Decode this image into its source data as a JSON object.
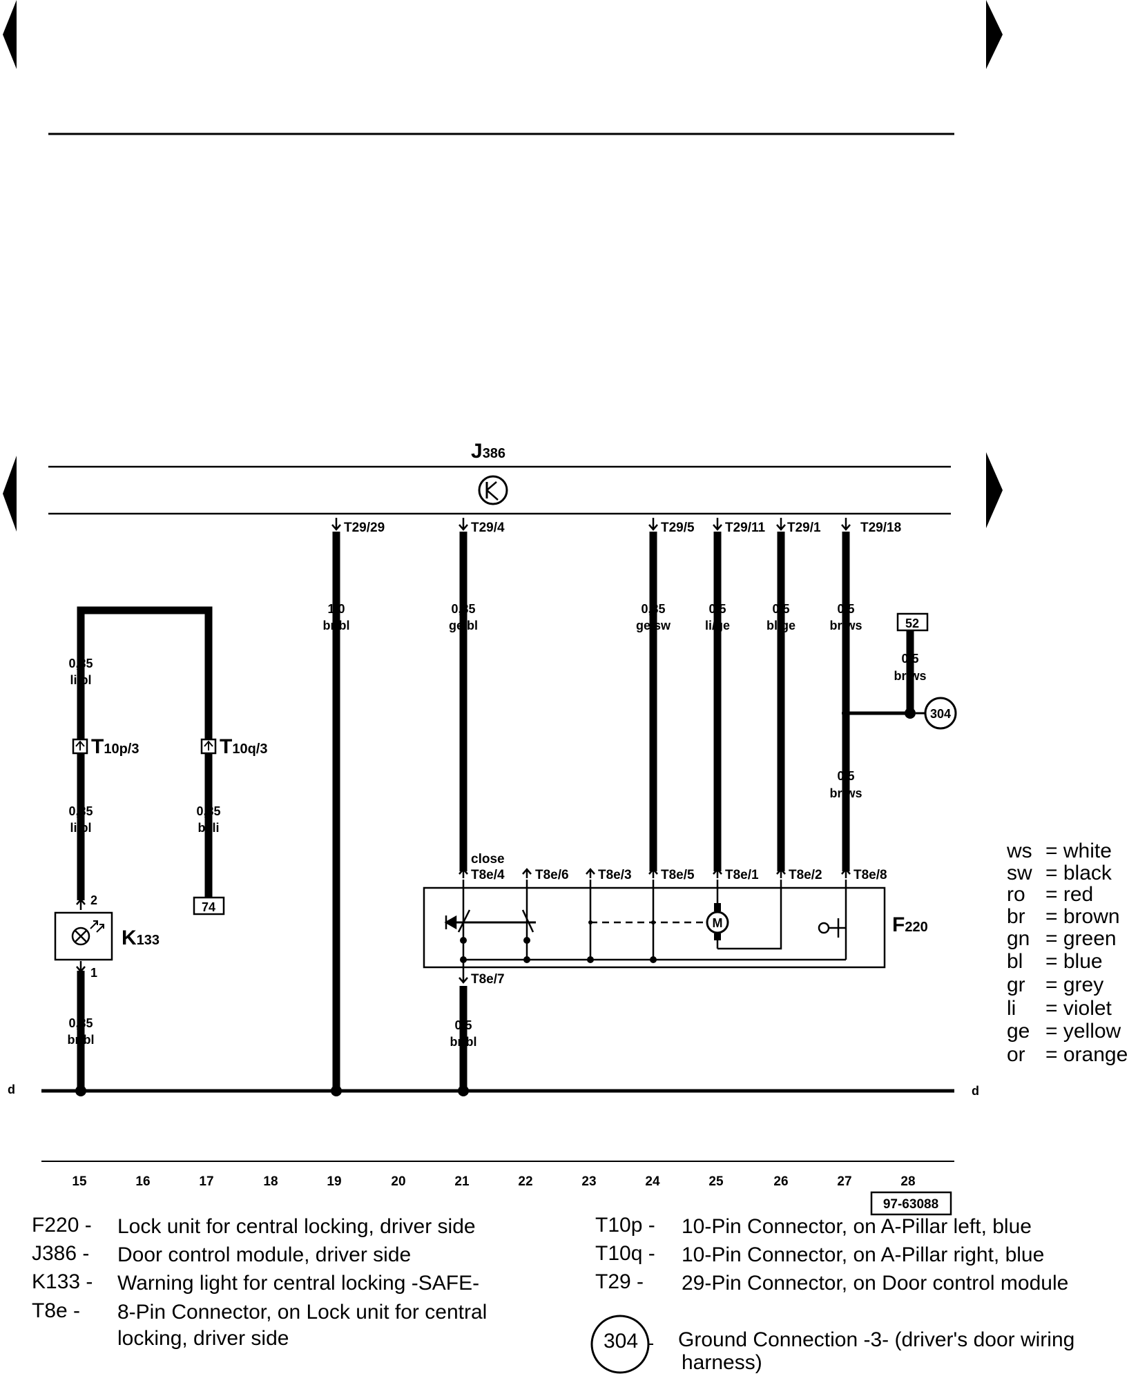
{
  "module": {
    "name": "J",
    "sub": "386"
  },
  "pins_top": [
    "T29/29",
    "T29/4",
    "T29/5",
    "T29/11",
    "T29/1",
    "T29/18"
  ],
  "wires": {
    "w19": [
      "1,0",
      "br/bl"
    ],
    "w21": [
      "0,35",
      "ge/bl"
    ],
    "w24": [
      "0,35",
      "ge/sw"
    ],
    "w25": [
      "0,5",
      "li/ge"
    ],
    "w26": [
      "0,5",
      "bl/ge"
    ],
    "w27": [
      "0,5",
      "br/ws"
    ],
    "w27b": [
      "0,5",
      "br/ws"
    ],
    "w28": [
      "0,5",
      "br/ws"
    ],
    "w15a": [
      "0,35",
      "li/bl"
    ],
    "w15b": [
      "0,35",
      "li/bl"
    ],
    "w15c": [
      "0,35",
      "br/bl"
    ],
    "w17": [
      "0,35",
      "bl/li"
    ],
    "w21b": [
      "0,5",
      "br/bl"
    ]
  },
  "connectors": {
    "t10p": {
      "main": "T",
      "sub": "10p/3"
    },
    "t10q": {
      "main": "T",
      "sub": "10q/3"
    }
  },
  "refs": {
    "r52": "52",
    "r74": "74",
    "r304": "304"
  },
  "lamp": {
    "main": "K",
    "sub": "133",
    "pin2": "2",
    "pin1": "1"
  },
  "lock": {
    "main": "F",
    "sub": "220",
    "close": "close",
    "pins": [
      "T8e/4",
      "T8e/6",
      "T8e/3",
      "T8e/5",
      "T8e/1",
      "T8e/2",
      "T8e/8"
    ],
    "bottom_pin": "T8e/7",
    "motor": "M"
  },
  "ground_label": "d",
  "tracks": [
    "15",
    "16",
    "17",
    "18",
    "19",
    "20",
    "21",
    "22",
    "23",
    "24",
    "25",
    "26",
    "27",
    "28"
  ],
  "drawing_no": "97-63088",
  "color_legend": [
    [
      "ws",
      "= white"
    ],
    [
      "sw",
      "= black"
    ],
    [
      "ro",
      "= red"
    ],
    [
      "br",
      "= brown"
    ],
    [
      "gn",
      "= green"
    ],
    [
      "bl",
      "= blue"
    ],
    [
      "gr",
      "= grey"
    ],
    [
      "li",
      "= violet"
    ],
    [
      "ge",
      "= yellow"
    ],
    [
      "or",
      "= orange"
    ]
  ],
  "components_left": [
    {
      "code": "F220 -",
      "desc": "Lock unit for central locking, driver side"
    },
    {
      "code": "J386 -",
      "desc": "Door control module, driver side"
    },
    {
      "code": "K133 -",
      "desc": "Warning light for central locking -SAFE-"
    },
    {
      "code": "T8e  -",
      "desc": "8-Pin Connector, on Lock unit for central",
      "desc2": "locking, driver side"
    }
  ],
  "components_right": [
    {
      "code": "T10p -",
      "desc": "10-Pin Connector, on A-Pillar left, blue"
    },
    {
      "code": "T10q -",
      "desc": "10-Pin Connector, on A-Pillar right, blue"
    },
    {
      "code": "T29  -",
      "desc": "29-Pin Connector, on Door control module"
    }
  ],
  "ground_note": {
    "ref": "304",
    "desc": "Ground Connection -3- (driver's door wiring",
    "desc2": "harness)"
  }
}
